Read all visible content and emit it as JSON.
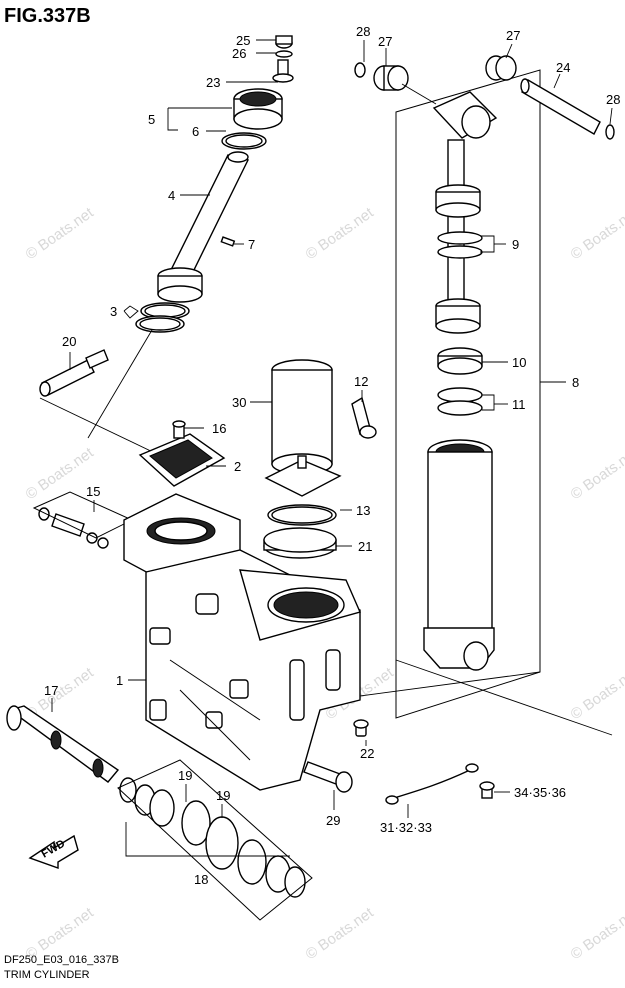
{
  "figure": {
    "title": "FIG.337B",
    "code": "DF250_E03_016_337B",
    "caption": "TRIM CYLINDER",
    "watermark": "© Boats.net"
  },
  "fwd_arrow_label": "FWD",
  "callouts": {
    "c1": "1",
    "c2": "2",
    "c3": "3",
    "c4": "4",
    "c5": "5",
    "c6": "6",
    "c7": "7",
    "c8": "8",
    "c9": "9",
    "c10": "10",
    "c11": "11",
    "c12": "12",
    "c13": "13",
    "c15": "15",
    "c16": "16",
    "c17": "17",
    "c18": "18",
    "c19a": "19",
    "c19b": "19",
    "c20": "20",
    "c21": "21",
    "c22": "22",
    "c23": "23",
    "c24": "24",
    "c25": "25",
    "c26": "26",
    "c27a": "27",
    "c27b": "27",
    "c28a": "28",
    "c28b": "28",
    "c29": "29",
    "c30": "30",
    "c31": "31·32·33",
    "c34": "34·35·36"
  }
}
